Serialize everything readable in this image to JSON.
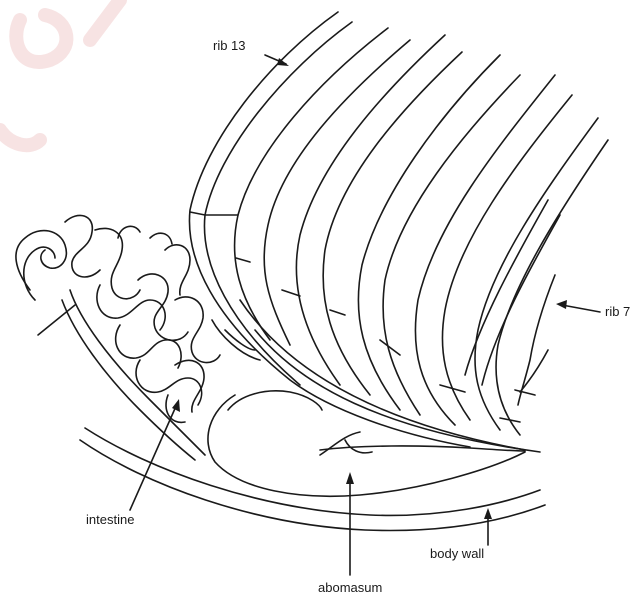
{
  "labels": {
    "rib13": "rib 13",
    "rib7": "rib 7",
    "intestine": "intestine",
    "abomasum": "abomasum",
    "body_wall": "body wall"
  },
  "colors": {
    "line": "#1a1a1a",
    "background": "#ffffff",
    "watermark": "#f7e3e3"
  }
}
